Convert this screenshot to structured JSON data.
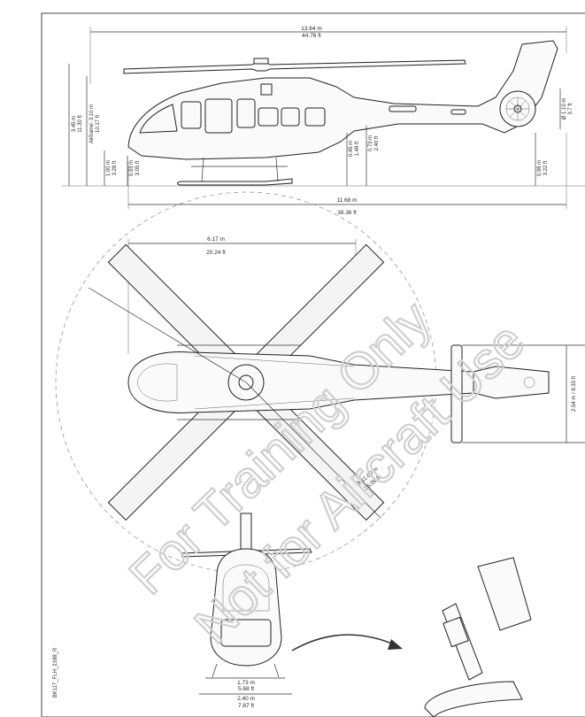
{
  "side_view": {
    "overall_length_m": "13.64 m",
    "overall_length_ft": "44.76 ft",
    "fuselage_length_m": "11.68 m",
    "fuselage_length_ft": "38.36 ft",
    "overall_height_m": "3.45 m",
    "overall_height_ft": "11.30 ft",
    "airframe_height": "Airframe: 3.10 m",
    "airframe_height_ft": "10.17 ft",
    "skid_height_m": "1.00 m",
    "skid_height_ft": "3.28 ft",
    "belly_clearance_m": "0.93 m",
    "belly_clearance_ft": "3.05 ft",
    "door_sill_m": "0.45 m",
    "door_sill_ft": "1.48 ft",
    "step_m": "0.73 m",
    "step_ft": "2.40 ft",
    "tail_skid_m": "0.98 m",
    "tail_skid_ft": "3.22 ft",
    "fenestron_m": "Ø 1.10 m",
    "fenestron_ft": "3.7 ft"
  },
  "top_view": {
    "rotor_offset_m": "6.17 m",
    "rotor_offset_ft": "20.24 ft",
    "rotor_diameter_m": "Ø 11.00 m",
    "rotor_diameter_ft": "36.09 ft",
    "stabilizer_span": "2.54 m / 8.33 ft"
  },
  "front_view": {
    "skid_width_m": "1.73 m",
    "skid_width_ft": "5.68 ft",
    "max_width_m": "2.40 m",
    "max_width_ft": "7.87 ft"
  },
  "figure_code": "BK117_FLH_2188_R",
  "watermark_line1": "For Training Only",
  "watermark_line2": "Not for Aircraft Use"
}
